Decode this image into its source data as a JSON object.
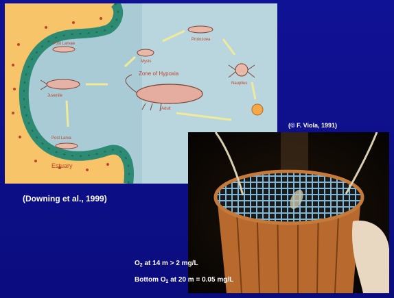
{
  "slide": {
    "background_color": "#0d0f8c",
    "text_color": "#ffffff"
  },
  "diagram": {
    "labels": {
      "post_larvae_top": "Post Larvae",
      "mysis": "Mysis",
      "protozoea": "Protozoea",
      "nauplius": "Nauplius",
      "juvenile": "Juvenile",
      "zone_of_hypoxia": "Zone of Hypoxia",
      "post_larva_bottom": "Post Larva",
      "adult": "Adult",
      "estuary": "Estuary"
    },
    "colors": {
      "estuary": "#f7c46a",
      "band": "#2d8a73",
      "water": "#a4c8d3"
    }
  },
  "credit_viola": "(© F. Viola, 1991)",
  "citation": "(Downing et al., 1999)",
  "oxygen": {
    "line1": {
      "prefix": "O",
      "sub": "2",
      "suffix": " at 14 m > 2 mg/L"
    },
    "line2": {
      "prefix": "Bottom O",
      "sub": "2",
      "suffix": "  at 20 m = 0.05 mg/L"
    }
  }
}
